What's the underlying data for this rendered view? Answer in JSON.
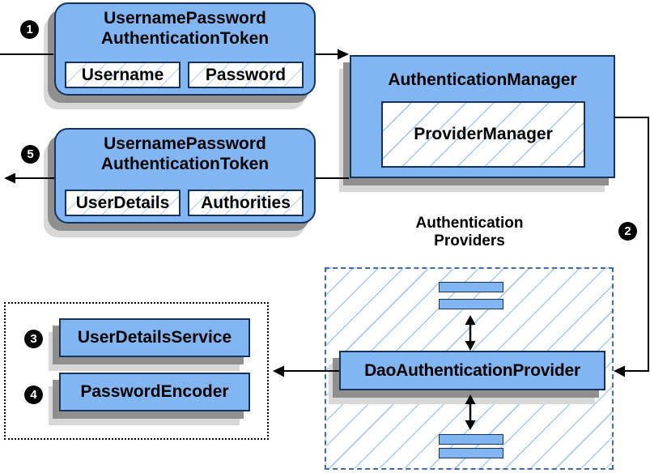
{
  "badges": {
    "step1": "1",
    "step2": "2",
    "step3": "3",
    "step4": "4",
    "step5": "5"
  },
  "request_token": {
    "title": "UsernamePassword\nAuthenticationToken",
    "fields": [
      "Username",
      "Password"
    ]
  },
  "authentication_manager": {
    "title": "AuthenticationManager",
    "provider_manager": "ProviderManager"
  },
  "response_token": {
    "title": "UsernamePassword\nAuthenticationToken",
    "fields": [
      "UserDetails",
      "Authorities"
    ]
  },
  "providers": {
    "label": "Authentication\nProviders",
    "dao_provider": "DaoAuthenticationProvider"
  },
  "services": {
    "user_details_service": "UserDetailsService",
    "password_encoder": "PasswordEncoder"
  },
  "colors": {
    "box_fill": "#82b6f2",
    "box_border": "#16335c",
    "hatch_line": "#a9cbf1",
    "dashed_border": "#3c6ea8",
    "dotted_border": "#000000",
    "shadow_dark": "#8f8f8f",
    "shadow_light": "#d8d8d8",
    "connector": "#000000",
    "badge_bg": "#000000",
    "badge_text": "#ffffff"
  }
}
